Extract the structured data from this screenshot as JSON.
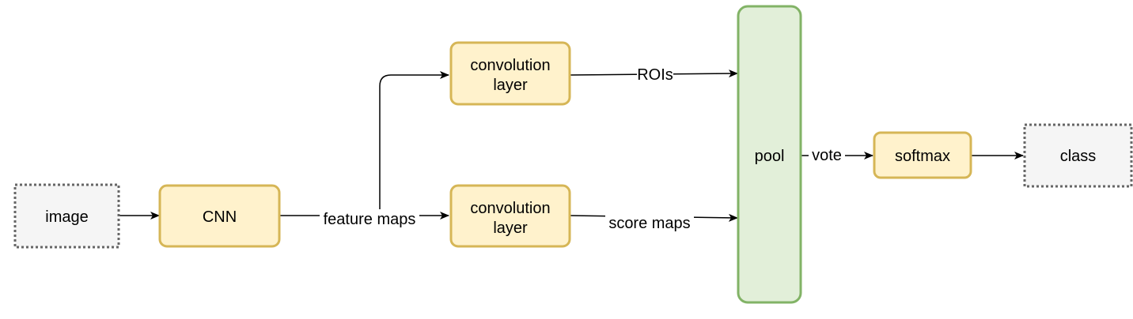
{
  "diagram": {
    "nodes": {
      "image": {
        "label": [
          "image"
        ]
      },
      "cnn": {
        "label": [
          "CNN"
        ]
      },
      "conv_top": {
        "label": [
          "convolution",
          "layer"
        ]
      },
      "conv_bottom": {
        "label": [
          "convolution",
          "layer"
        ]
      },
      "pool": {
        "label": [
          "pool"
        ]
      },
      "softmax": {
        "label": [
          "softmax"
        ]
      },
      "class": {
        "label": [
          "class"
        ]
      }
    },
    "edges": {
      "image_to_cnn": {
        "label": ""
      },
      "feature_maps": {
        "label": "feature maps"
      },
      "branch_to_top": {
        "label": ""
      },
      "rois": {
        "label": "ROIs"
      },
      "score_maps": {
        "label": "score maps"
      },
      "vote": {
        "label": "vote"
      },
      "softmax_to_class": {
        "label": ""
      }
    },
    "colors": {
      "io_fill": "#f5f5f5",
      "io_stroke": "#666666",
      "process_fill": "#fff2cc",
      "process_stroke": "#d6b656",
      "pool_fill": "#e2efd9",
      "pool_stroke": "#82b366",
      "edge": "#000000"
    }
  }
}
